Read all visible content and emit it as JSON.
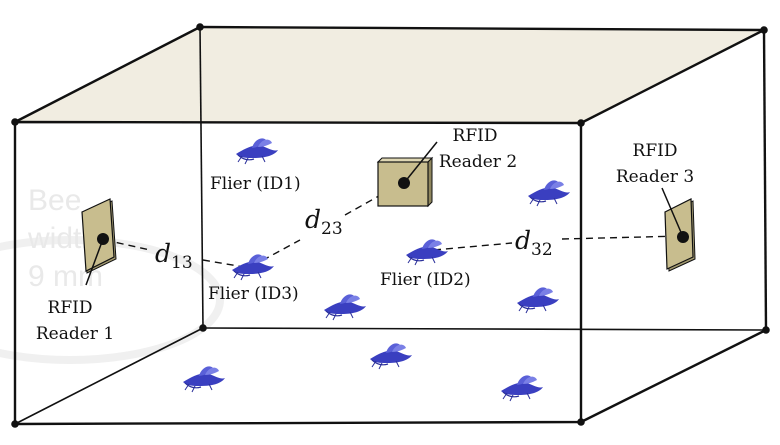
{
  "background_text": {
    "line1": "Bee",
    "line2": "width",
    "line3": "9 mm"
  },
  "readers": [
    {
      "line1": "RFID",
      "line2": "Reader 1"
    },
    {
      "line1": "RFID",
      "line2": "Reader 2"
    },
    {
      "line1": "RFID",
      "line2": "Reader 3"
    }
  ],
  "fliers": {
    "id1": "Flier (ID1)",
    "id2": "Flier (ID2)",
    "id3": "Flier (ID3)"
  },
  "distances": {
    "d13": {
      "base": "d",
      "sub": "13"
    },
    "d23": {
      "base": "d",
      "sub": "23"
    },
    "d32": {
      "base": "d",
      "sub": "32"
    }
  },
  "colors": {
    "bee": "#3a3fc0",
    "reader": "#c8bd8e",
    "edge": "#111111"
  }
}
